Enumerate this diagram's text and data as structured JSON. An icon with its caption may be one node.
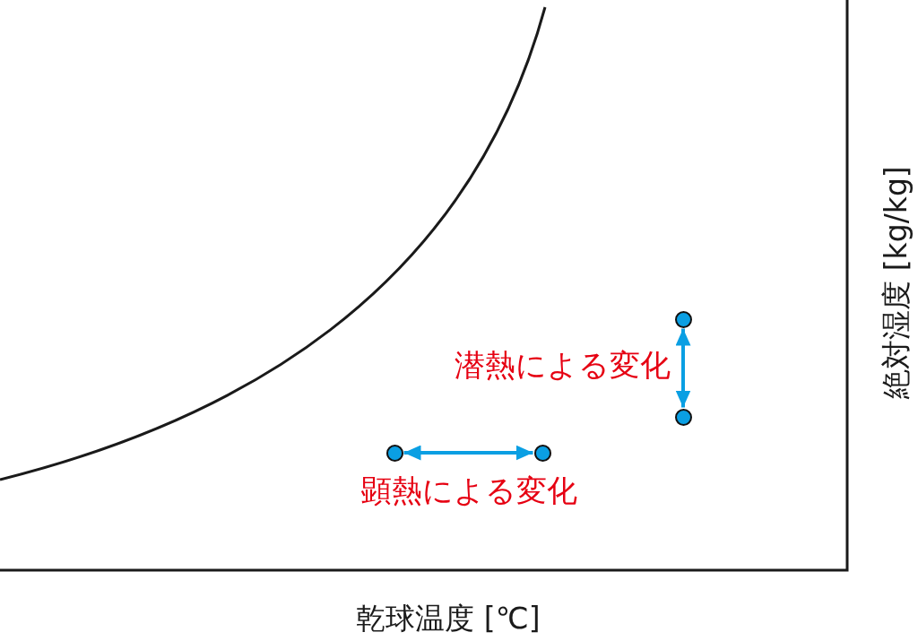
{
  "diagram": {
    "nodes": [
      {
        "text": [],
        "shape": "circle"
      },
      {
        "text": [],
        "shape": "circle"
      },
      {
        "text": [],
        "shape": "circle"
      },
      {
        "text": [],
        "shape": "circle"
      }
    ],
    "edges": [
      {
        "from": 0,
        "to": 1,
        "arrow": "both",
        "label": "顕熱による変化"
      },
      {
        "from": 2,
        "to": 3,
        "arrow": "both",
        "label": "潜熱による変化"
      }
    ],
    "labels": [
      "絶対湿度 [kg/kg]",
      "乾球温度 [℃]"
    ]
  }
}
